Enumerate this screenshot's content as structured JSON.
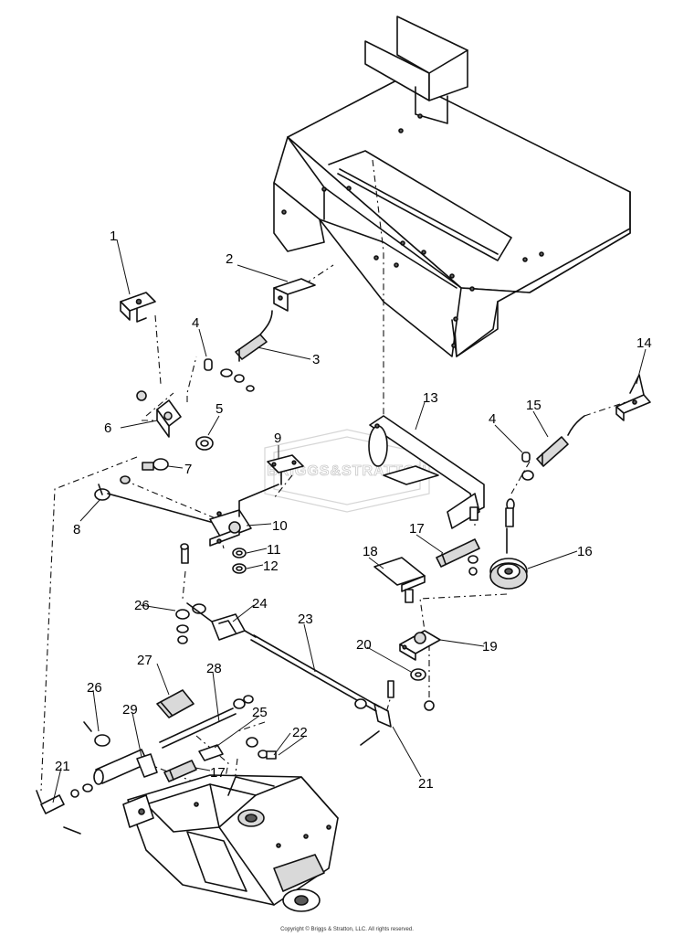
{
  "callouts": [
    {
      "id": "c1",
      "text": "1"
    },
    {
      "id": "c2",
      "text": "2"
    },
    {
      "id": "c3",
      "text": "3"
    },
    {
      "id": "c4a",
      "text": "4"
    },
    {
      "id": "c4b",
      "text": "4"
    },
    {
      "id": "c5",
      "text": "5"
    },
    {
      "id": "c6",
      "text": "6"
    },
    {
      "id": "c7",
      "text": "7"
    },
    {
      "id": "c8",
      "text": "8"
    },
    {
      "id": "c9",
      "text": "9"
    },
    {
      "id": "c10",
      "text": "10"
    },
    {
      "id": "c11",
      "text": "11"
    },
    {
      "id": "c12",
      "text": "12"
    },
    {
      "id": "c13",
      "text": "13"
    },
    {
      "id": "c14",
      "text": "14"
    },
    {
      "id": "c15",
      "text": "15"
    },
    {
      "id": "c16",
      "text": "16"
    },
    {
      "id": "c17a",
      "text": "17"
    },
    {
      "id": "c17b",
      "text": "17"
    },
    {
      "id": "c18",
      "text": "18"
    },
    {
      "id": "c19",
      "text": "19"
    },
    {
      "id": "c20",
      "text": "20"
    },
    {
      "id": "c21a",
      "text": "21"
    },
    {
      "id": "c21b",
      "text": "21"
    },
    {
      "id": "c22",
      "text": "22"
    },
    {
      "id": "c23",
      "text": "23"
    },
    {
      "id": "c24",
      "text": "24"
    },
    {
      "id": "c25",
      "text": "25"
    },
    {
      "id": "c26a",
      "text": "26"
    },
    {
      "id": "c26b",
      "text": "26"
    },
    {
      "id": "c27",
      "text": "27"
    },
    {
      "id": "c28",
      "text": "28"
    },
    {
      "id": "c29",
      "text": "29"
    }
  ],
  "watermark": "BRIGGS&STRATTON",
  "copyright": "Copyright © Briggs & Stratton, LLC. All rights reserved."
}
